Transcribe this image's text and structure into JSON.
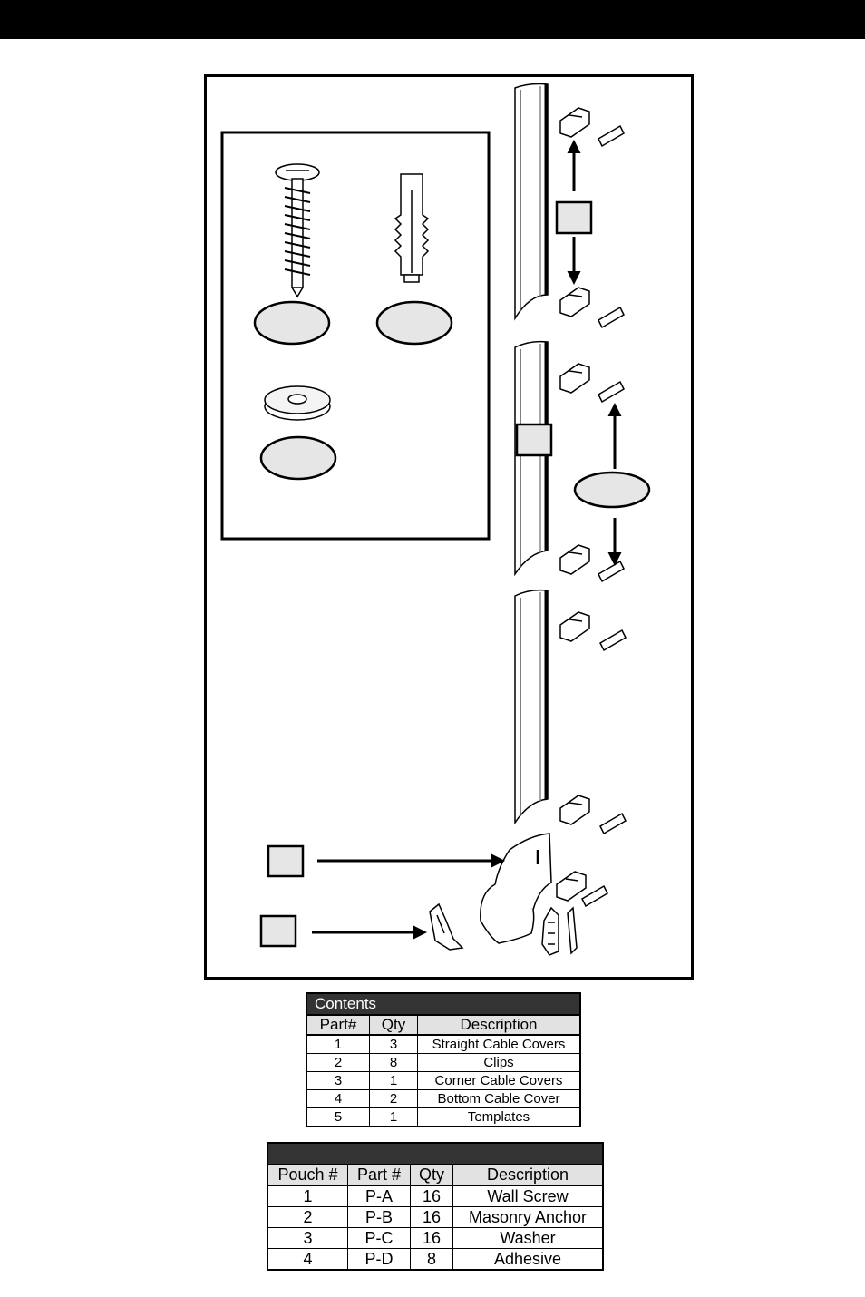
{
  "contents_table": {
    "title": "Contents",
    "headers": [
      "Part#",
      "Qty",
      "Description"
    ],
    "rows": [
      [
        "1",
        "3",
        "Straight Cable Covers"
      ],
      [
        "2",
        "8",
        "Clips"
      ],
      [
        "3",
        "1",
        "Corner Cable Covers"
      ],
      [
        "4",
        "2",
        "Bottom Cable Cover"
      ],
      [
        "5",
        "1",
        "Templates"
      ]
    ]
  },
  "hardware_table": {
    "title": "",
    "headers": [
      "Pouch #",
      "Part #",
      "Qty",
      "Description"
    ],
    "rows": [
      [
        "1",
        "P-A",
        "16",
        "Wall Screw"
      ],
      [
        "2",
        "P-B",
        "16",
        "Masonry Anchor"
      ],
      [
        "3",
        "P-C",
        "16",
        "Washer"
      ],
      [
        "4",
        "P-D",
        "8",
        "Adhesive"
      ]
    ]
  },
  "colors": {
    "header_bar": "#000000",
    "table_title_bg": "#333333",
    "table_header_bg": "#e2e2e2",
    "callout_fill": "#e6e6e6"
  }
}
